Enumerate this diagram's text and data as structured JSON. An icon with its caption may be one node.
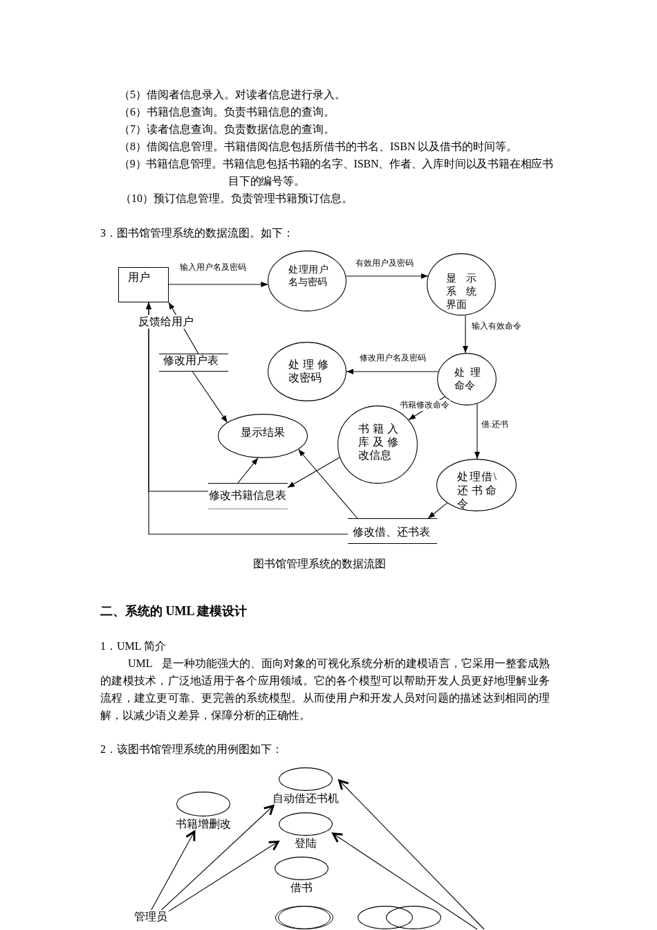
{
  "diagram": {
    "caption": "图书馆管理系统的数据流图",
    "nodes": [
      {
        "text": [
          "用户"
        ]
      },
      {
        "text": [
          "处理用户名与密码"
        ]
      },
      {
        "text": [
          "显示系统界面"
        ]
      },
      {
        "text": [
          "处理命令"
        ]
      },
      {
        "text": [
          "处理修改密码"
        ]
      },
      {
        "text": [
          "修改用户表"
        ]
      },
      {
        "text": [
          "显示结果"
        ]
      },
      {
        "text": [
          "书籍入库及修改信息"
        ]
      },
      {
        "text": [
          "处理借\\还书命令"
        ]
      },
      {
        "text": [
          "修改书籍信息表"
        ]
      },
      {
        "text": [
          "修改借、还书表"
        ]
      },
      {
        "text": [
          "书籍增删改"
        ]
      },
      {
        "text": [
          "自动借还书机"
        ]
      },
      {
        "text": [
          "登陆"
        ]
      },
      {
        "text": [
          "借书"
        ]
      },
      {
        "text": [],
        "shape": "ellipse"
      },
      {
        "text": [],
        "shape": "ellipse"
      },
      {
        "text": [],
        "shape": "ellipse"
      },
      {
        "text": [
          "管理员"
        ]
      }
    ],
    "edges": [
      {
        "from": 0,
        "to": 1,
        "arrow": "to",
        "label": "输入用户名及密码"
      },
      {
        "from": 1,
        "to": 2,
        "arrow": "to",
        "label": "有效用户及密码"
      },
      {
        "from": 2,
        "to": 3,
        "arrow": "to",
        "label": "输入有效命令"
      },
      {
        "from": 3,
        "to": 4,
        "arrow": "to",
        "label": "修改用户名及密码"
      },
      {
        "from": 3,
        "to": 7,
        "arrow": "to",
        "label": "书籍修改命令"
      },
      {
        "from": 3,
        "to": 8,
        "arrow": "to",
        "label": "借.还书"
      },
      {
        "from": 5,
        "to": 0,
        "arrow": "to",
        "label": "反馈给用户"
      },
      {
        "from": 5,
        "to": 6,
        "arrow": "to"
      },
      {
        "from": 9,
        "to": 6,
        "arrow": "to"
      },
      {
        "from": 7,
        "to": 9,
        "arrow": "to"
      },
      {
        "from": 10,
        "to": 6,
        "arrow": "to"
      },
      {
        "from": 8,
        "to": 10,
        "arrow": "to"
      },
      {
        "from": 10,
        "to": 0,
        "arrow": "to"
      },
      {
        "from": 9,
        "to": 0,
        "arrow": "to"
      },
      {
        "from": 18,
        "to": 11,
        "arrow": "to"
      },
      {
        "from": 18,
        "to": 12,
        "arrow": "to"
      },
      {
        "from": 18,
        "to": 13,
        "arrow": "to"
      },
      {
        "from": null,
        "to": 12,
        "arrow": "to"
      },
      {
        "from": null,
        "to": 13,
        "arrow": "to"
      }
    ],
    "labels": [
      "（5）借阅者信息录入。对读者信息进行录入。",
      "（6）书籍信息查询。负责书籍信息的查询。",
      "（7）读者信息查询。负责数据信息的查询。",
      "（8）借阅信息管理。书籍借阅信息包括所借书的书名、ISBN 以及借书的时间等。",
      "（9）书籍信息管理。书籍信息包括书籍的名字、ISBN、作者、入库时间以及书籍在相应书目下的编号等。",
      "（10）预订信息管理。负责管理书籍预订信息。",
      "3．图书馆管理系统的数据流图。如下：",
      "二、系统的 UML 建模设计",
      "1．UML 简介",
      "UML 是一种功能强大的、面向对象的可视化系统分析的建模语言，它采用一整套成熟的建模技术，广泛地适用于各个应用领域。它的各个模型可以帮助开发人员更好地理解业务流程，建立更可靠、更完善的系统模型。从而使用户和开发人员对问题的描述达到相同的理解，以减少语义差异，保障分析的正确性。",
      "2．该图书馆管理系统的用例图如下："
    ]
  }
}
